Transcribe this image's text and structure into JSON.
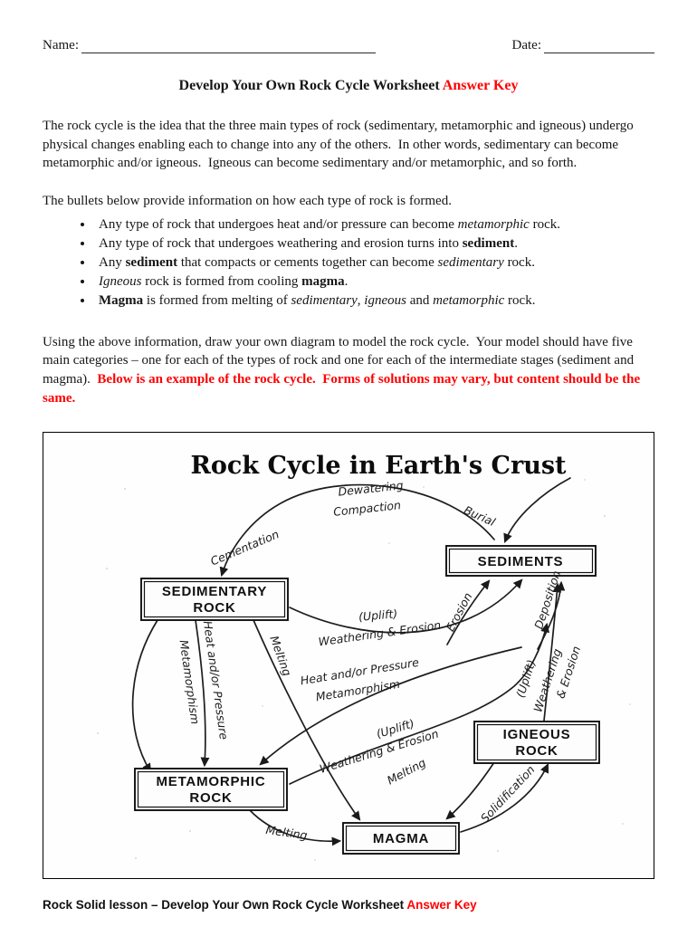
{
  "colors": {
    "accent_red": "#ff0000",
    "ink": "#161616"
  },
  "header": {
    "name_label": "Name:",
    "date_label": "Date:"
  },
  "title": {
    "segments": [
      {
        "text": "Develop Your Own Rock Cycle Worksheet "
      },
      {
        "text": "Answer Key",
        "style": "red"
      }
    ]
  },
  "intro": {
    "text": "The rock cycle is the idea that the three main types of rock (sedimentary, metamorphic and igneous) undergo physical changes enabling each to change into any of the others.  In other words, sedimentary can become metamorphic and/or igneous.  Igneous can become sedimentary and/or metamorphic, and so forth."
  },
  "bullets_intro": {
    "text": "The bullets below provide information on how each type of rock is formed."
  },
  "bullets": [
    {
      "segments": [
        {
          "text": "Any type of rock that undergoes heat and/or pressure can become "
        },
        {
          "text": "metamorphic",
          "style": "italic"
        },
        {
          "text": " rock."
        }
      ]
    },
    {
      "segments": [
        {
          "text": "Any type of rock that undergoes weathering and erosion turns into "
        },
        {
          "text": "sediment",
          "style": "bold"
        },
        {
          "text": "."
        }
      ]
    },
    {
      "segments": [
        {
          "text": "Any "
        },
        {
          "text": "sediment",
          "style": "bold"
        },
        {
          "text": " that compacts or cements together can become "
        },
        {
          "text": "sedimentary",
          "style": "italic"
        },
        {
          "text": " rock."
        }
      ]
    },
    {
      "segments": [
        {
          "text": "Igneous",
          "style": "italic"
        },
        {
          "text": " rock is formed from cooling "
        },
        {
          "text": "magma",
          "style": "bold"
        },
        {
          "text": "."
        }
      ]
    },
    {
      "segments": [
        {
          "text": "Magma",
          "style": "bold"
        },
        {
          "text": " is formed from melting of "
        },
        {
          "text": "sedimentary",
          "style": "italic"
        },
        {
          "text": ", "
        },
        {
          "text": "igneous",
          "style": "italic"
        },
        {
          "text": " and "
        },
        {
          "text": "metamorphic",
          "style": "italic"
        },
        {
          "text": " rock."
        }
      ]
    }
  ],
  "instructions": {
    "segments": [
      {
        "text": "Using the above information, draw your own diagram to model the rock cycle.  Your model should have five main categories – one for each of the types of rock and one for each of the intermediate stages (sediment and magma).  "
      },
      {
        "text": "Below is an example of the rock cycle.  Forms of solutions may vary, but content should be the same.",
        "style": "red-bold"
      }
    ]
  },
  "diagram": {
    "title": "Rock Cycle in Earth's Crust",
    "boxes": {
      "sediments": {
        "label": "SEDIMENTS"
      },
      "sedimentary_rock": {
        "line1": "SEDIMENTARY",
        "line2": "ROCK"
      },
      "igneous_rock": {
        "line1": "IGNEOUS",
        "line2": "ROCK"
      },
      "metamorphic_rock": {
        "line1": "METAMORPHIC",
        "line2": "ROCK"
      },
      "magma": {
        "label": "MAGMA"
      }
    },
    "labels": {
      "dewatering": "Dewatering",
      "compaction": "Compaction",
      "burial": "Burial",
      "cementation": "Cementation",
      "uplift_top": "(Uplift)",
      "weathering_erosion_top": "Weathering & Erosion",
      "erosion": "Erosion",
      "deposition": "Deposition",
      "uplift_right": "(Uplift)",
      "weathering_right": "Weathering",
      "erosion_right": "& Erosion",
      "heat_pressure_center": "Heat and/or Pressure",
      "metamorphism_center": "Metamorphism",
      "heat_pressure_left": "Heat and/or Pressure",
      "metamorphism_left": "Metamorphism",
      "melting_sedimentary": "Melting",
      "uplift_mid": "(Uplift)",
      "weathering_erosion_mid": "Weathering & Erosion",
      "melting_igneous": "Melting",
      "solidification": "Solidification",
      "melting_metamorphic": "Melting"
    }
  },
  "footer": {
    "segments": [
      {
        "text": "Rock Solid lesson – Develop Your Own Rock Cycle Worksheet "
      },
      {
        "text": "Answer Key",
        "style": "red"
      }
    ]
  }
}
